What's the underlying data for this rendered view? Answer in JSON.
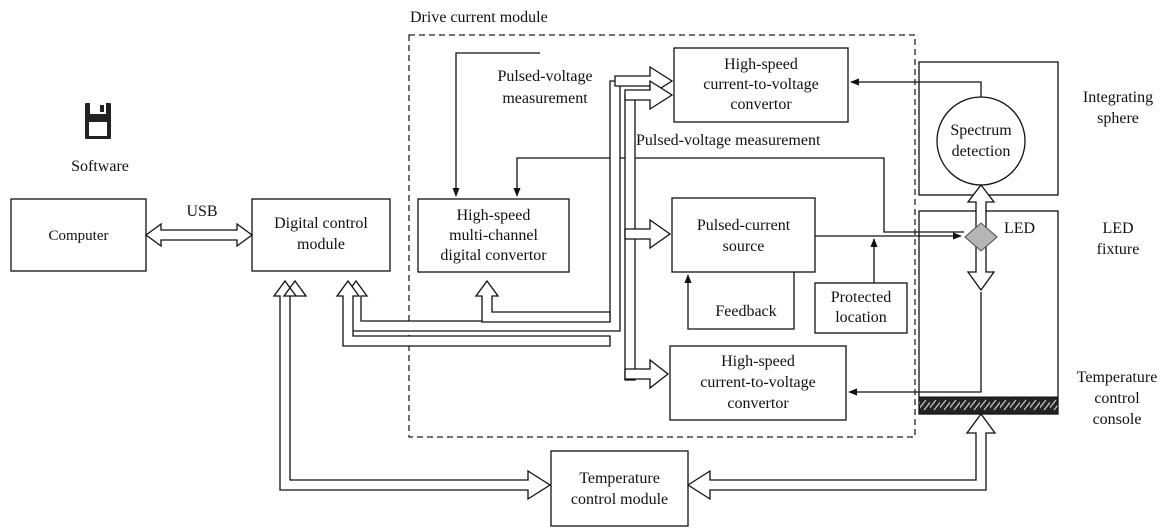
{
  "drive_module_title": "Drive current module",
  "software_label": "Software",
  "usb_label": "USB",
  "computer_label": "Computer",
  "digital_control_label": [
    "Digital control",
    "module"
  ],
  "adc_label": [
    "High-speed",
    "multi-channel",
    "digital convertor"
  ],
  "civ_top_label": [
    "High-speed",
    "current-to-voltage",
    "convertor"
  ],
  "civ_bottom_label": [
    "High-speed",
    "current-to-voltage",
    "convertor"
  ],
  "pulsed_current_label": [
    "Pulsed-current",
    "source"
  ],
  "pulsed_voltage_left_label": [
    "Pulsed-voltage",
    "measurement"
  ],
  "pulsed_voltage_mid_label": "Pulsed-voltage  measurement",
  "feedback_label": "Feedback",
  "protected_label": [
    "Protected",
    "location"
  ],
  "spectrum_label": [
    "Spectrum",
    "detection"
  ],
  "integrating_sphere_label": [
    "Integrating",
    "sphere"
  ],
  "led_label": "LED",
  "led_fixture_label": [
    "LED",
    "fixture"
  ],
  "temp_console_label": [
    "Temperature",
    "control",
    "console"
  ],
  "temp_module_label": [
    "Temperature",
    "control  module"
  ]
}
